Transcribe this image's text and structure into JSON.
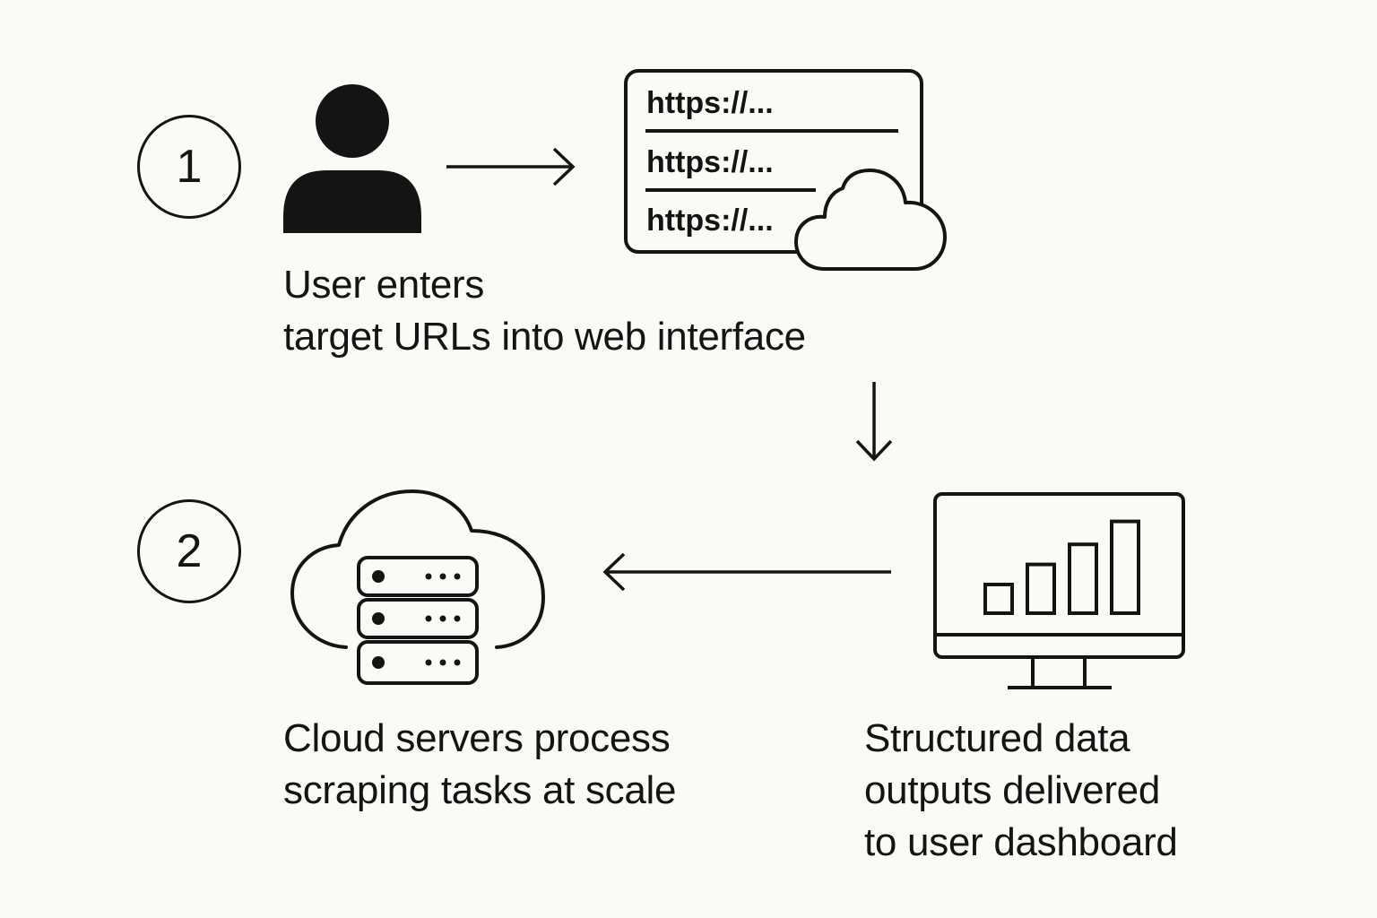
{
  "steps": [
    {
      "number": "1",
      "caption_lines": [
        "User enters",
        "target URLs into web interface"
      ]
    },
    {
      "number": "2",
      "caption_lines": [
        "Cloud servers process",
        "scraping tasks at scale"
      ]
    }
  ],
  "url_list": {
    "items": [
      "https://...",
      "https://...",
      "https://..."
    ]
  },
  "dashboard": {
    "caption_lines": [
      "Structured data",
      "outputs delivered",
      "to user dashboard"
    ],
    "bar_values": [
      1,
      1.7,
      2.4,
      3.2
    ]
  },
  "icons": {
    "user": "user-icon",
    "url_list": "url-list-window-icon",
    "cloud_small": "cloud-icon",
    "cloud_servers": "cloud-server-icon",
    "monitor": "monitor-chart-icon"
  },
  "colors": {
    "ink": "#141414",
    "background": "#fbfaf6"
  }
}
